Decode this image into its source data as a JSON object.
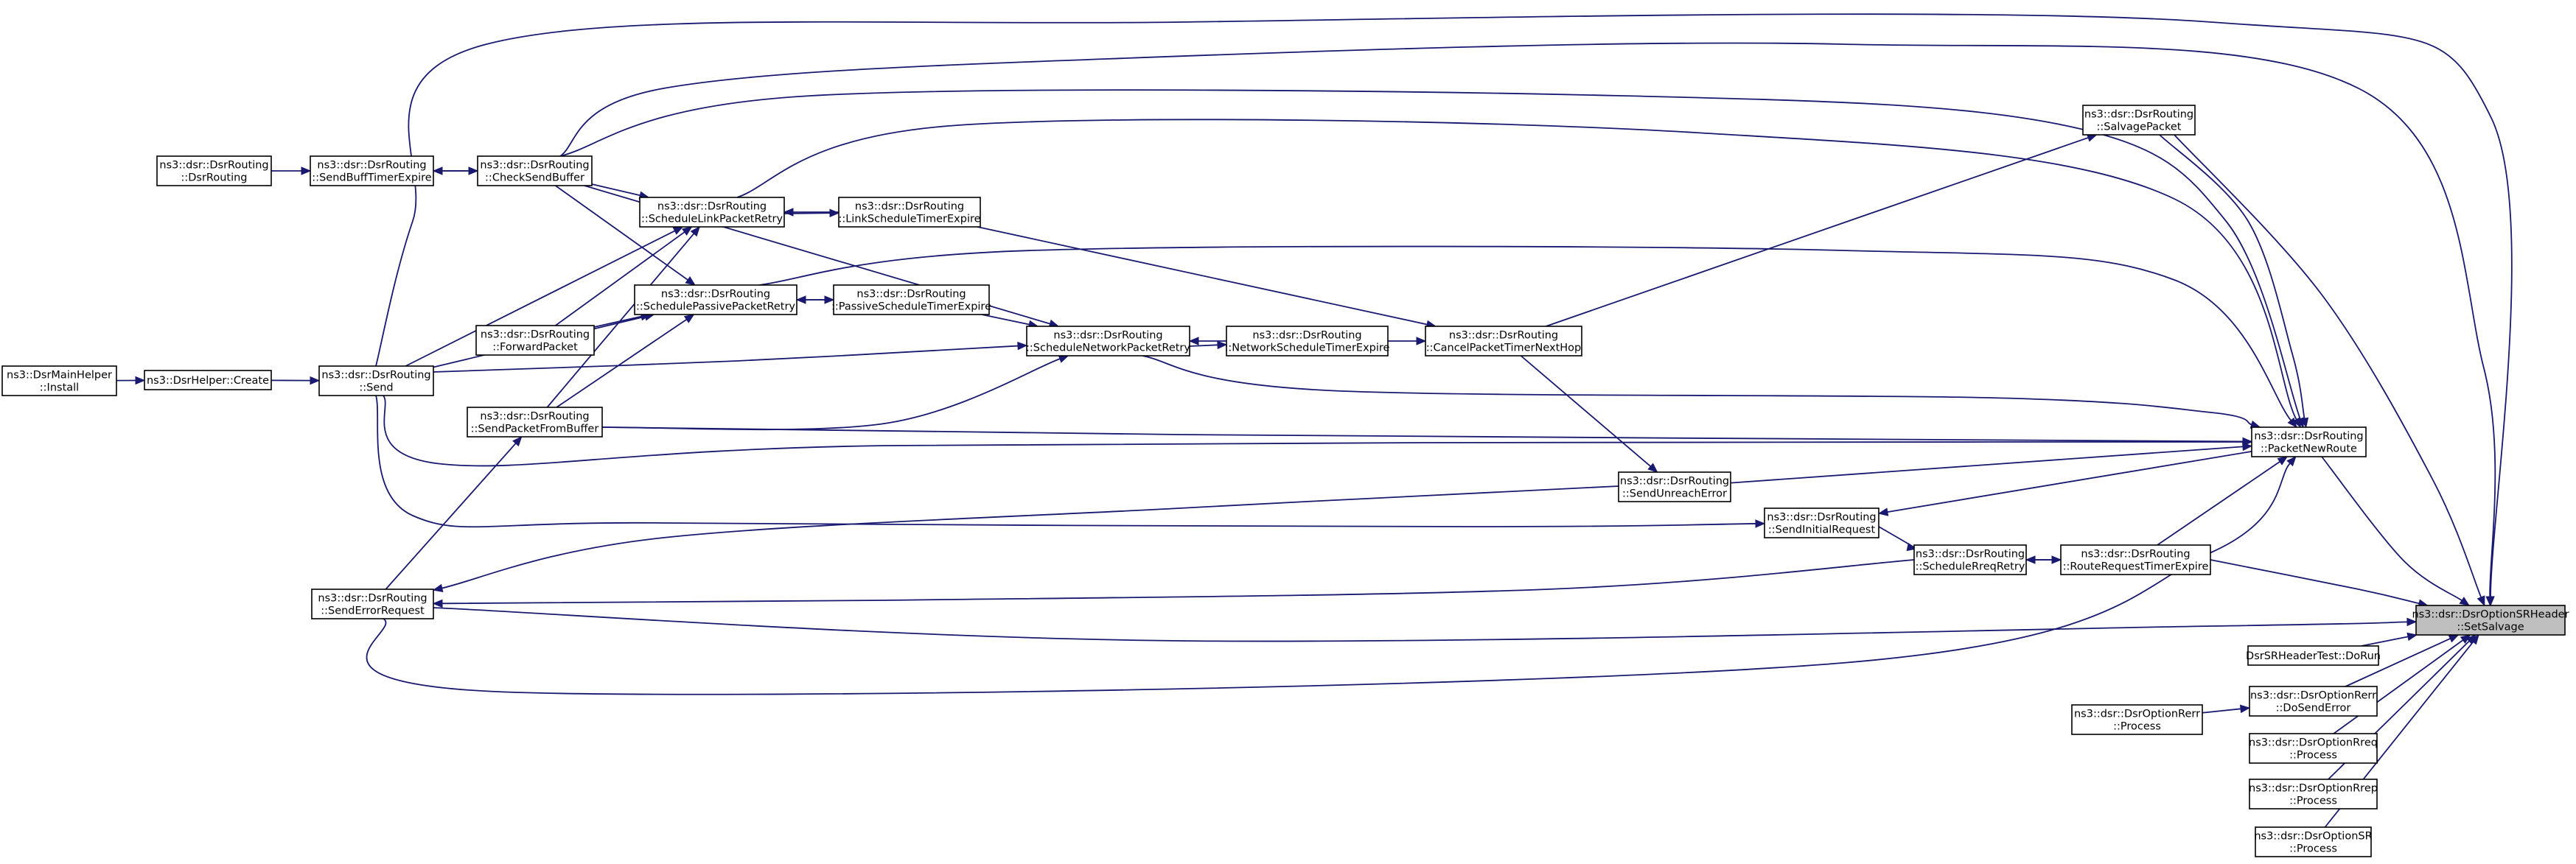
{
  "graph": {
    "nodes": [
      {
        "id": "root",
        "root": true,
        "lines": [
          "ns3::dsr::DsrOptionSRHeader",
          "::SetSalvage"
        ]
      },
      {
        "id": "dsrmainhelper_install",
        "lines": [
          "ns3::DsrMainHelper",
          "::Install"
        ]
      },
      {
        "id": "dsrhelper_create",
        "lines": [
          "ns3::DsrHelper::Create"
        ]
      },
      {
        "id": "dsrrouting_ctor",
        "lines": [
          "ns3::dsr::DsrRouting",
          "::DsrRouting"
        ]
      },
      {
        "id": "sendbufftimerexpire",
        "lines": [
          "ns3::dsr::DsrRouting",
          "::SendBuffTimerExpire"
        ]
      },
      {
        "id": "send",
        "lines": [
          "ns3::dsr::DsrRouting",
          "::Send"
        ]
      },
      {
        "id": "sendrequest",
        "lines": [
          "ns3::dsr::DsrRouting",
          "::SendErrorRequest"
        ]
      },
      {
        "id": "checksendbuffer",
        "lines": [
          "ns3::dsr::DsrRouting",
          "::CheckSendBuffer"
        ]
      },
      {
        "id": "forwardpacket",
        "lines": [
          "ns3::dsr::DsrRouting",
          "::ForwardPacket"
        ]
      },
      {
        "id": "sendpacketfrombuffer",
        "lines": [
          "ns3::dsr::DsrRouting",
          "::SendPacketFromBuffer"
        ]
      },
      {
        "id": "schedulelinkpacketretry",
        "lines": [
          "ns3::dsr::DsrRouting",
          "::ScheduleLinkPacketRetry"
        ]
      },
      {
        "id": "schedulepassivepacketretry",
        "lines": [
          "ns3::dsr::DsrRouting",
          "::SchedulePassivePacketRetry"
        ]
      },
      {
        "id": "linkscheduletimerexpire",
        "lines": [
          "ns3::dsr::DsrRouting",
          "::LinkScheduleTimerExpire"
        ]
      },
      {
        "id": "passivescheduletimerexpire",
        "lines": [
          "ns3::dsr::DsrRouting",
          "::PassiveScheduleTimerExpire"
        ]
      },
      {
        "id": "schedulenetworkpacketretry",
        "lines": [
          "ns3::dsr::DsrRouting",
          "::ScheduleNetworkPacketRetry"
        ]
      },
      {
        "id": "networkscheduletimerexpire",
        "lines": [
          "ns3::dsr::DsrRouting",
          "::NetworkScheduleTimerExpire"
        ]
      },
      {
        "id": "cancelpackettimernexthop",
        "lines": [
          "ns3::dsr::DsrRouting",
          "::CancelPacketTimerNextHop"
        ]
      },
      {
        "id": "sendunreacherror",
        "lines": [
          "ns3::dsr::DsrRouting",
          "::SendUnreachError"
        ]
      },
      {
        "id": "sendinitialrequest",
        "lines": [
          "ns3::dsr::DsrRouting",
          "::SendInitialRequest"
        ]
      },
      {
        "id": "schedulereqretry",
        "lines": [
          "ns3::dsr::DsrRouting",
          "::ScheduleRreqRetry"
        ]
      },
      {
        "id": "routerequesttimerexpire",
        "lines": [
          "ns3::dsr::DsrRouting",
          "::RouteRequestTimerExpire"
        ]
      },
      {
        "id": "salvagepacket",
        "lines": [
          "ns3::dsr::DsrRouting",
          "::SalvagePacket"
        ]
      },
      {
        "id": "packetnewroute",
        "lines": [
          "ns3::dsr::DsrRouting",
          "::PacketNewRoute"
        ]
      },
      {
        "id": "dsrsrheadertest_dorun",
        "lines": [
          "DsrSRHeaderTest::DoRun"
        ]
      },
      {
        "id": "dsroptionrerr_dosenderror",
        "lines": [
          "ns3::dsr::DsrOptionRerr",
          "::DoSendError"
        ]
      },
      {
        "id": "dsroptionrerr_process",
        "lines": [
          "ns3::dsr::DsrOptionRerr",
          "::Process"
        ]
      },
      {
        "id": "dsroptionrreq_process",
        "lines": [
          "ns3::dsr::DsrOptionRreq",
          "::Process"
        ]
      },
      {
        "id": "dsroptionrrep_process",
        "lines": [
          "ns3::dsr::DsrOptionRrep",
          "::Process"
        ]
      },
      {
        "id": "dsroptionsr_process",
        "lines": [
          "ns3::dsr::DsrOptionSR",
          "::Process"
        ]
      }
    ],
    "edges": [
      {
        "from": "dsrmainhelper_install",
        "to": "dsrhelper_create"
      },
      {
        "from": "dsrhelper_create",
        "to": "send"
      },
      {
        "from": "dsrrouting_ctor",
        "to": "sendbufftimerexpire"
      },
      {
        "from": "sendbufftimerexpire",
        "to": "checksendbuffer"
      },
      {
        "from": "checksendbuffer",
        "to": "sendbufftimerexpire"
      },
      {
        "from": "send",
        "to": "root"
      },
      {
        "from": "send",
        "to": "schedulelinkpacketretry"
      },
      {
        "from": "send",
        "to": "schedulepassivepacketretry"
      },
      {
        "from": "send",
        "to": "schedulenetworkpacketretry"
      },
      {
        "from": "send",
        "to": "sendinitialrequest"
      },
      {
        "from": "checksendbuffer",
        "to": "root"
      },
      {
        "from": "checksendbuffer",
        "to": "schedulelinkpacketretry"
      },
      {
        "from": "checksendbuffer",
        "to": "schedulepassivepacketretry"
      },
      {
        "from": "checksendbuffer",
        "to": "schedulenetworkpacketretry"
      },
      {
        "from": "forwardpacket",
        "to": "schedulelinkpacketretry"
      },
      {
        "from": "forwardpacket",
        "to": "schedulepassivepacketretry"
      },
      {
        "from": "sendpacketfrombuffer",
        "to": "schedulelinkpacketretry"
      },
      {
        "from": "sendpacketfrombuffer",
        "to": "schedulepassivepacketretry"
      },
      {
        "from": "sendpacketfrombuffer",
        "to": "schedulenetworkpacketretry"
      },
      {
        "from": "sendrequest",
        "to": "sendpacketfrombuffer"
      },
      {
        "from": "sendrequest",
        "to": "root"
      },
      {
        "from": "linkscheduletimerexpire",
        "to": "schedulelinkpacketretry"
      },
      {
        "from": "schedulelinkpacketretry",
        "to": "linkscheduletimerexpire"
      },
      {
        "from": "passivescheduletimerexpire",
        "to": "schedulepassivepacketretry"
      },
      {
        "from": "schedulepassivepacketretry",
        "to": "passivescheduletimerexpire"
      },
      {
        "from": "networkscheduletimerexpire",
        "to": "schedulenetworkpacketretry"
      },
      {
        "from": "schedulenetworkpacketretry",
        "to": "networkscheduletimerexpire"
      },
      {
        "from": "linkscheduletimerexpire",
        "to": "cancelpackettimernexthop"
      },
      {
        "from": "passivescheduletimerexpire",
        "to": "schedulenetworkpacketretry"
      },
      {
        "from": "networkscheduletimerexpire",
        "to": "cancelpackettimernexthop"
      },
      {
        "from": "cancelpackettimernexthop",
        "to": "salvagepacket"
      },
      {
        "from": "cancelpackettimernexthop",
        "to": "sendunreacherror"
      },
      {
        "from": "sendunreacherror",
        "to": "sendrequest"
      },
      {
        "from": "sendunreacherror",
        "to": "packetnewroute"
      },
      {
        "from": "sendinitialrequest",
        "to": "schedulereqretry"
      },
      {
        "from": "schedulereqretry",
        "to": "routerequesttimerexpire"
      },
      {
        "from": "routerequesttimerexpire",
        "to": "schedulereqretry"
      },
      {
        "from": "routerequesttimerexpire",
        "to": "root"
      },
      {
        "from": "routerequesttimerexpire",
        "to": "packetnewroute"
      },
      {
        "from": "schedulereqretry",
        "to": "sendrequest"
      },
      {
        "from": "packetnewroute",
        "to": "sendinitialrequest"
      },
      {
        "from": "salvagepacket",
        "to": "root"
      },
      {
        "from": "salvagepacket",
        "to": "packetnewroute"
      },
      {
        "from": "packetnewroute",
        "to": "root"
      },
      {
        "from": "checksendbuffer",
        "to": "packetnewroute"
      },
      {
        "from": "send",
        "to": "packetnewroute"
      },
      {
        "from": "schedulelinkpacketretry",
        "to": "packetnewroute"
      },
      {
        "from": "schedulepassivepacketretry",
        "to": "packetnewroute"
      },
      {
        "from": "schedulenetworkpacketretry",
        "to": "packetnewroute"
      },
      {
        "from": "sendpacketfrombuffer",
        "to": "packetnewroute"
      },
      {
        "from": "sendrequest",
        "to": "packetnewroute"
      },
      {
        "from": "dsrsrheadertest_dorun",
        "to": "root"
      },
      {
        "from": "dsroptionrerr_dosenderror",
        "to": "root"
      },
      {
        "from": "dsroptionrerr_process",
        "to": "dsroptionrerr_dosenderror"
      },
      {
        "from": "dsroptionrreq_process",
        "to": "root"
      },
      {
        "from": "dsroptionrrep_process",
        "to": "root"
      },
      {
        "from": "dsroptionsr_process",
        "to": "root"
      }
    ]
  }
}
